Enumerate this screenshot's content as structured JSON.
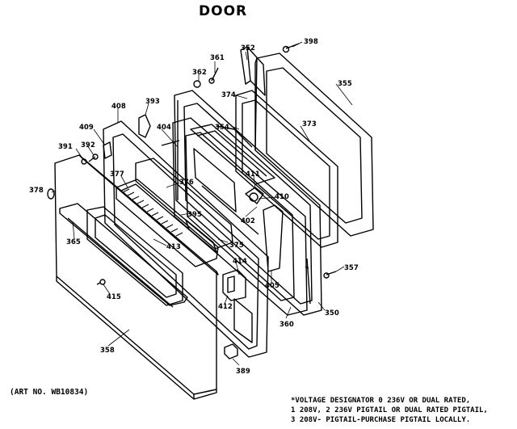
{
  "title": "DOOR",
  "art_number": "(ART NO. WB10834)",
  "voltage_note": [
    "*VOLTAGE DESIGNATOR 0 236V OR DUAL RATED,",
    "1 208V, 2 236V PIGTAIL OR DUAL RATED PIGTAIL,",
    "3 208V- PIGTAIL-PURCHASE PIGTAIL LOCALLY."
  ],
  "parts": {
    "p398": "398",
    "p352": "352",
    "p361": "361",
    "p362": "362",
    "p355": "355",
    "p374": "374",
    "p393": "393",
    "p408": "408",
    "p354": "354",
    "p373": "373",
    "p404": "404",
    "p409": "409",
    "p392": "392",
    "p391": "391",
    "p377": "377",
    "p376": "376",
    "p411": "411",
    "p410": "410",
    "p378": "378",
    "p395": "395",
    "p402": "402",
    "p365": "365",
    "p413": "413",
    "p375": "375",
    "p357": "357",
    "p414": "414",
    "p405": "405",
    "p412": "412",
    "p415": "415",
    "p360": "360",
    "p350": "350",
    "p358": "358",
    "p389": "389"
  }
}
